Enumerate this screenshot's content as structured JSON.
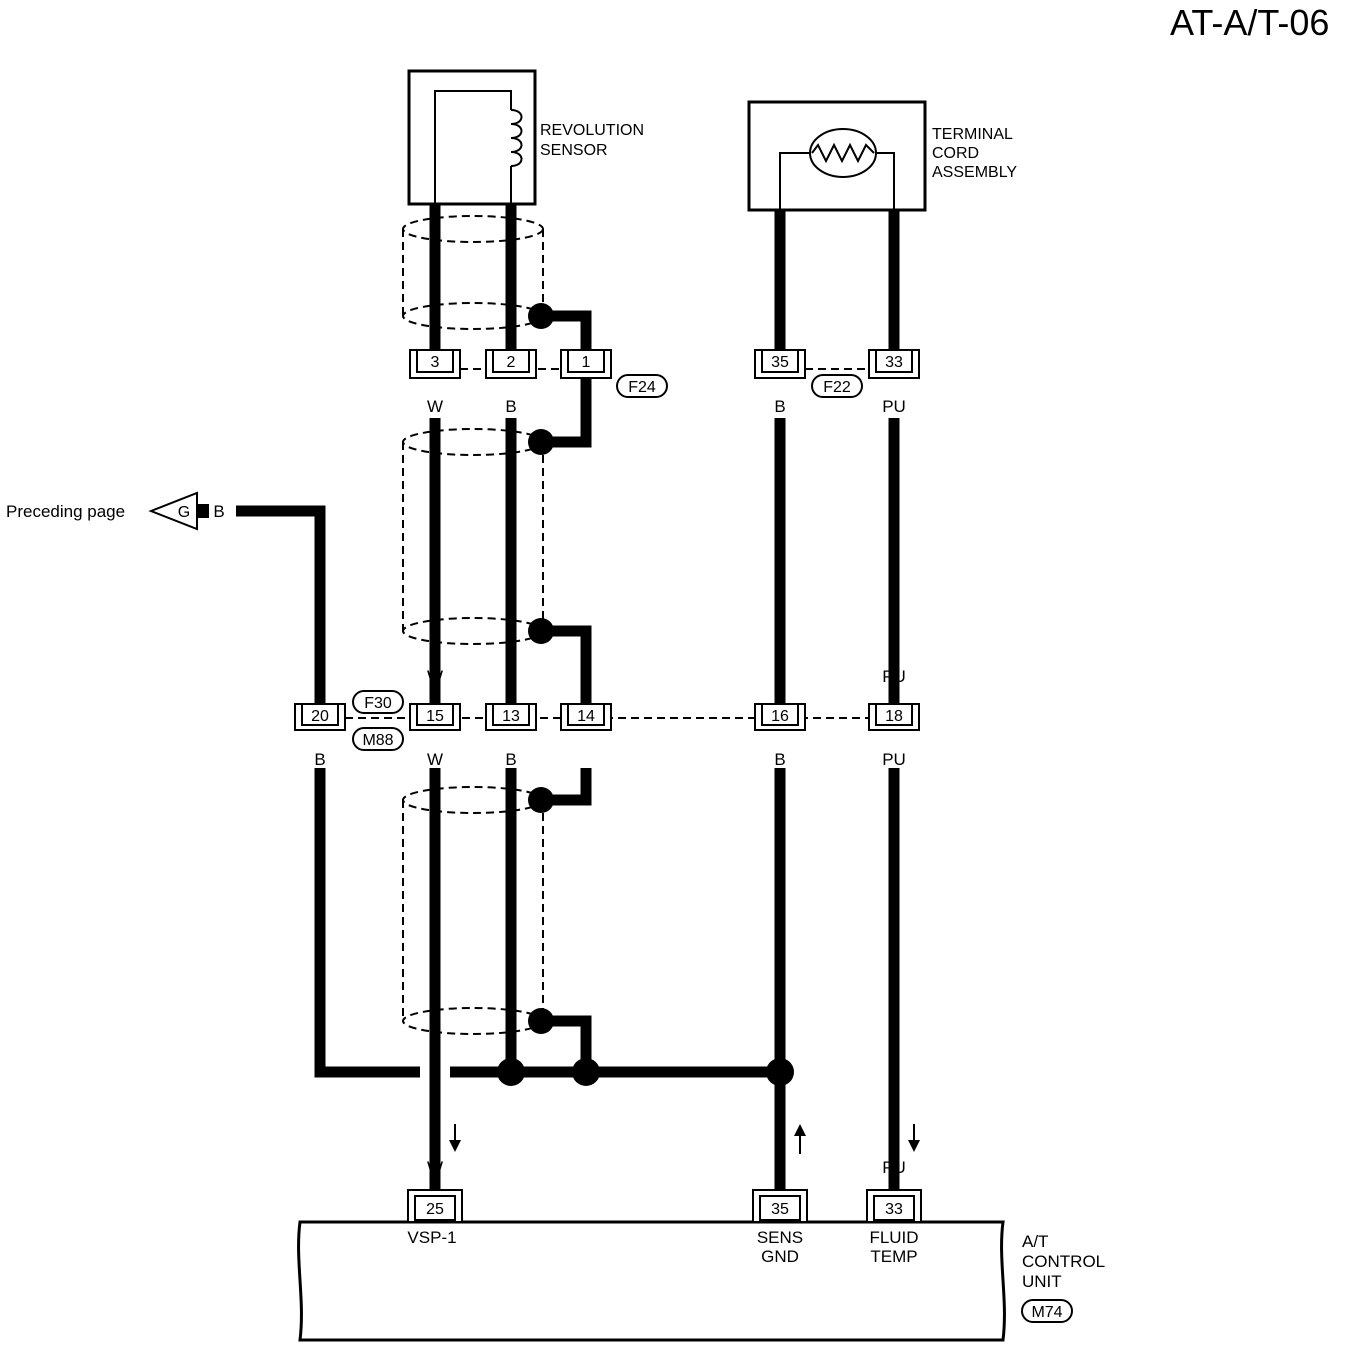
{
  "page_id": "AT-A/T-06",
  "components": {
    "revolution_sensor": "REVOLUTION SENSOR",
    "terminal_cord_assembly": "TERMINAL CORD ASSEMBLY",
    "control_unit": "A/T CONTROL UNIT"
  },
  "connectors": {
    "f24": "F24",
    "f22": "F22",
    "f30": "F30",
    "m88": "M88",
    "m74": "M74"
  },
  "preceding_page": {
    "label": "Preceding page",
    "marker": "G",
    "wire_color": "B"
  },
  "pins": {
    "f24": [
      "3",
      "2",
      "1"
    ],
    "f22": [
      "35",
      "33"
    ],
    "f30_m88": [
      "20",
      "15",
      "13",
      "14",
      "16",
      "18"
    ],
    "m74": [
      "25",
      "35",
      "33"
    ]
  },
  "wire_colors": {
    "w": "W",
    "b": "B",
    "pu": "PU"
  },
  "terminal_functions": {
    "vsp1": "VSP-1",
    "sens_gnd": "SENS GND",
    "fluid_temp": "FLUID TEMP"
  }
}
